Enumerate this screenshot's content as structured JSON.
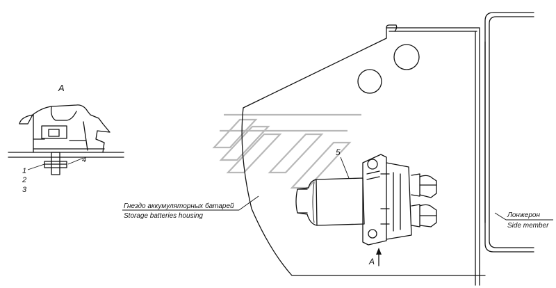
{
  "detail_view": {
    "label": "A"
  },
  "callouts": [
    "1",
    "2",
    "3",
    "4",
    "5"
  ],
  "view_marker": {
    "label": "A"
  },
  "annotations": {
    "housing_ru": "Гнездо аккумуляторных батарей",
    "housing_en": "Storage batteries housing",
    "member_ru": "Лонжерон",
    "member_en": "Side member"
  }
}
